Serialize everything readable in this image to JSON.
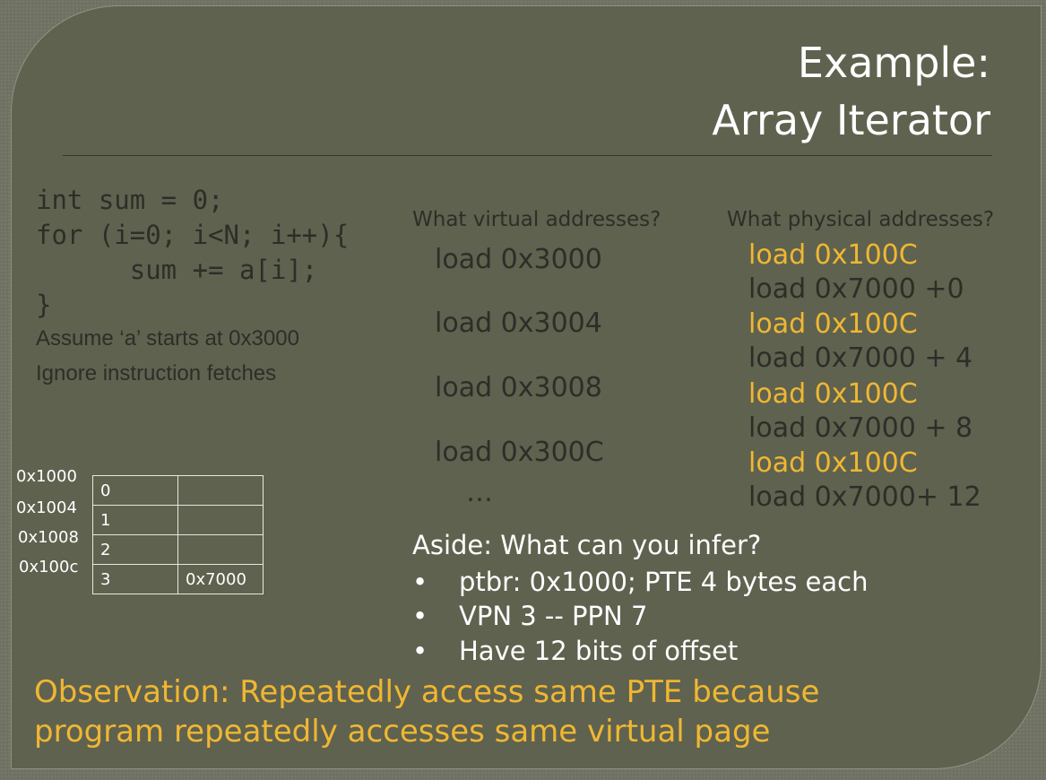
{
  "title": {
    "line1": "Example:",
    "line2": "Array Iterator"
  },
  "code": "int sum = 0;\nfor (i=0; i<N; i++){\n      sum += a[i];\n}",
  "notes": [
    "Assume ‘a’ starts at 0x3000",
    "Ignore instruction fetches"
  ],
  "virtual": {
    "heading": "What virtual addresses?",
    "loads": [
      "load 0x3000",
      "load 0x3004",
      "load 0x3008",
      "load 0x300C"
    ],
    "ellipsis": "…"
  },
  "physical": {
    "heading": "What physical addresses?",
    "loads": [
      {
        "text": "load 0x100C",
        "color": "#f0b732"
      },
      {
        "text": "load 0x7000 +0",
        "color": "#2d2e28"
      },
      {
        "text": "load 0x100C",
        "color": "#f0b732"
      },
      {
        "text": "load 0x7000 + 4",
        "color": "#2d2e28"
      },
      {
        "text": "load 0x100C",
        "color": "#f0b732"
      },
      {
        "text": "load 0x7000 + 8",
        "color": "#2d2e28"
      },
      {
        "text": "load 0x100C",
        "color": "#f0b732"
      },
      {
        "text": "load 0x7000+ 12",
        "color": "#2d2e28"
      }
    ]
  },
  "page_table": {
    "addresses": [
      "0x1000",
      "0x1004",
      "0x1008",
      "0x100c"
    ],
    "rows": [
      {
        "vpn": "0",
        "ppn": ""
      },
      {
        "vpn": "1",
        "ppn": ""
      },
      {
        "vpn": "2",
        "ppn": ""
      },
      {
        "vpn": "3",
        "ppn": "0x7000"
      }
    ]
  },
  "aside": {
    "heading": "Aside: What can you infer?",
    "bullet_glyph": "•",
    "bullets": [
      "ptbr: 0x1000; PTE 4 bytes each",
      "VPN 3 -- PPN 7",
      "Have 12 bits of offset"
    ]
  },
  "observation": {
    "line1": "Observation:  Repeatedly access same PTE because",
    "line2": "program repeatedly accesses same virtual page"
  },
  "colors": {
    "accent": "#f0b732",
    "text_dark": "#2d2e28",
    "text_light": "#ffffff",
    "background": "#5f624f"
  }
}
